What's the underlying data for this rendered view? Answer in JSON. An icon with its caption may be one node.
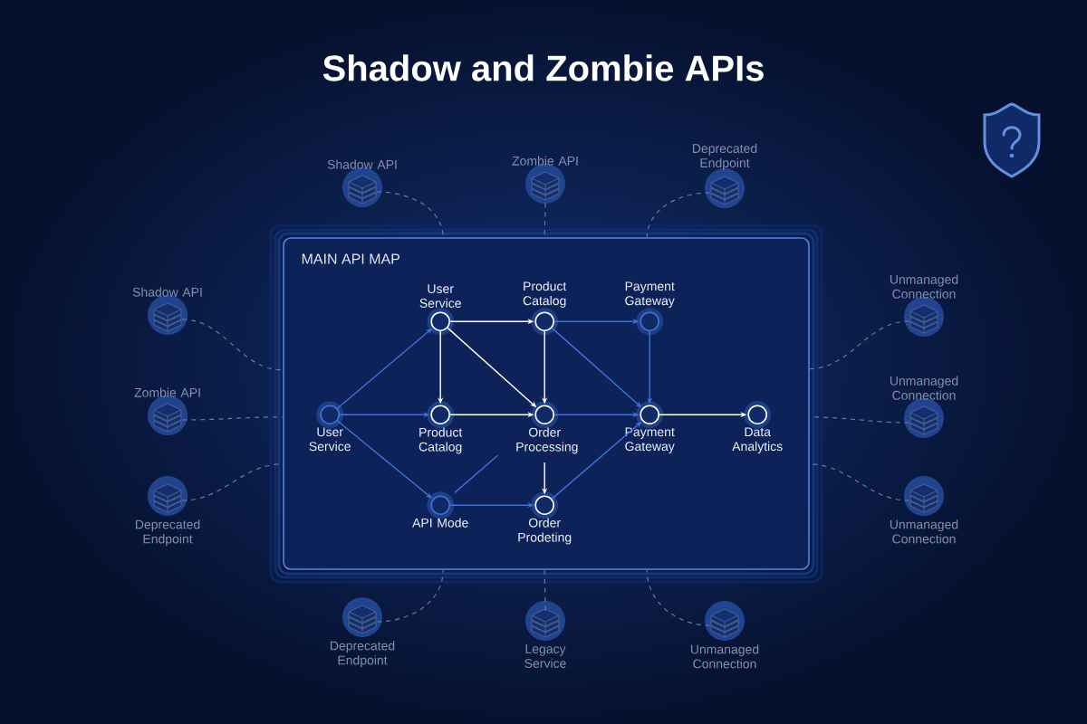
{
  "diagram": {
    "title": "Shadow and Zombie APIs",
    "nodes": [
      {
        "text": [
          "MAIN API MAP"
        ]
      },
      {
        "text": [
          "User Service"
        ],
        "in": 0
      },
      {
        "text": [
          "User Service"
        ],
        "in": 0
      },
      {
        "text": [
          "Product Catalog"
        ],
        "in": 0
      },
      {
        "text": [
          "Payment Gateway"
        ],
        "in": 0
      },
      {
        "text": [
          "Product Catalog"
        ],
        "in": 0
      },
      {
        "text": [
          "Order Processing"
        ],
        "in": 0
      },
      {
        "text": [
          "Payment Gateway"
        ],
        "in": 0
      },
      {
        "text": [
          "Data Analytics"
        ],
        "in": 0
      },
      {
        "text": [
          "API Mode"
        ],
        "in": 0
      },
      {
        "text": [
          "Order Prodeting"
        ],
        "in": 0
      },
      {
        "text": [
          "Shadow API"
        ]
      },
      {
        "text": [
          "Zombie API"
        ]
      },
      {
        "text": [
          "Deprecated Endpoint"
        ]
      },
      {
        "text": [
          "Shadow API"
        ]
      },
      {
        "text": [
          "Zombie API"
        ]
      },
      {
        "text": [
          "Deprecated Endpoint"
        ]
      },
      {
        "text": [
          "Unmanaged Connection"
        ]
      },
      {
        "text": [
          "Unmanaged Connection"
        ]
      },
      {
        "text": [
          "Unmanaged Connection"
        ]
      },
      {
        "text": [
          "Deprecated Endpoint"
        ]
      },
      {
        "text": [
          "Legacy Service"
        ]
      },
      {
        "text": [
          "Unmanaged Connection"
        ]
      }
    ],
    "edges": [
      {
        "from": 1,
        "to": 2,
        "arrow": "to",
        "color": "#3f73d9"
      },
      {
        "from": 1,
        "to": 5,
        "arrow": "to",
        "color": "#3f73d9"
      },
      {
        "from": 1,
        "to": 9,
        "arrow": "to",
        "color": "#3f73d9"
      },
      {
        "from": 2,
        "to": 3,
        "arrow": "to",
        "color": "#ffffff"
      },
      {
        "from": 2,
        "to": 5,
        "arrow": "to",
        "color": "#ffffff"
      },
      {
        "from": 2,
        "to": 6,
        "arrow": "to",
        "color": "#ffffff"
      },
      {
        "from": 3,
        "to": 4,
        "arrow": "to",
        "color": "#3f73d9"
      },
      {
        "from": 3,
        "to": 6,
        "arrow": "to",
        "color": "#ffffff"
      },
      {
        "from": 3,
        "to": 7,
        "arrow": "to",
        "color": "#3f73d9"
      },
      {
        "from": 4,
        "to": 7,
        "arrow": "to",
        "color": "#3f73d9"
      },
      {
        "from": 5,
        "to": 6,
        "arrow": "to",
        "color": "#ffffff"
      },
      {
        "from": 6,
        "to": 7,
        "arrow": "to",
        "color": "#3f73d9"
      },
      {
        "from": 7,
        "to": 8,
        "arrow": "to",
        "color": "#ffffff"
      },
      {
        "from": 6,
        "to": 10,
        "arrow": "to",
        "color": "#ffffff"
      },
      {
        "from": 9,
        "to": 10,
        "arrow": "to",
        "color": "#3f73d9"
      },
      {
        "from": 10,
        "to": 7,
        "arrow": "to",
        "color": "#3f73d9"
      },
      {
        "from": 9,
        "to": 6,
        "arrow": "none",
        "color": "#3f73d9"
      },
      {
        "from": 11,
        "to": 0,
        "arrow": "none",
        "style": "dashed"
      },
      {
        "from": 12,
        "to": 0,
        "arrow": "none",
        "style": "dashed"
      },
      {
        "from": 13,
        "to": 0,
        "arrow": "none",
        "style": "dashed"
      },
      {
        "from": 14,
        "to": 0,
        "arrow": "none",
        "style": "dashed"
      },
      {
        "from": 15,
        "to": 0,
        "arrow": "none",
        "style": "dashed"
      },
      {
        "from": 16,
        "to": 0,
        "arrow": "none",
        "style": "dashed"
      },
      {
        "from": 17,
        "to": 0,
        "arrow": "none",
        "style": "dashed"
      },
      {
        "from": 18,
        "to": 0,
        "arrow": "none",
        "style": "dashed"
      },
      {
        "from": 19,
        "to": 0,
        "arrow": "none",
        "style": "dashed"
      },
      {
        "from": 20,
        "to": 0,
        "arrow": "none",
        "style": "dashed"
      },
      {
        "from": 21,
        "to": 0,
        "arrow": "none",
        "style": "dashed"
      },
      {
        "from": 22,
        "to": 0,
        "arrow": "none",
        "style": "dashed"
      }
    ]
  }
}
